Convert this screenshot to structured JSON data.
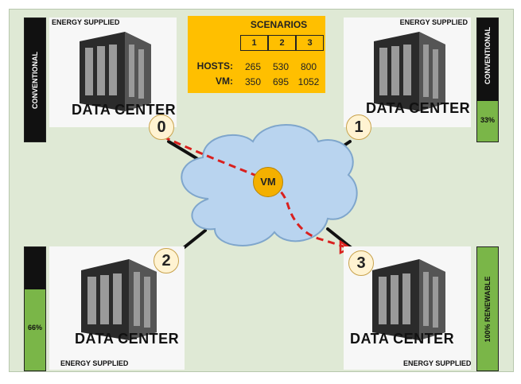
{
  "labels": {
    "data_center": "DATA CENTER",
    "energy_supplied": "ENERGY SUPPLIED"
  },
  "nodes": [
    "0",
    "1",
    "2",
    "3"
  ],
  "vm": "VM",
  "scenarios": {
    "title": "SCENARIOS",
    "headers": [
      "1",
      "2",
      "3"
    ],
    "rows": [
      {
        "label": "HOSTS:",
        "values": [
          "265",
          "530",
          "800"
        ]
      },
      {
        "label": "VM:",
        "values": [
          "350",
          "695",
          "1052"
        ]
      }
    ]
  },
  "energy_bars": [
    {
      "datacenter": "0",
      "label": "CONVENTIONAL",
      "renewable_fraction": 0.0,
      "pct_text": ""
    },
    {
      "datacenter": "1",
      "label": "CONVENTIONAL",
      "renewable_fraction": 0.33,
      "pct_text": "33%"
    },
    {
      "datacenter": "2",
      "label": "",
      "renewable_fraction": 0.66,
      "pct_text": "66%"
    },
    {
      "datacenter": "3",
      "label": "100% RENEWABLE",
      "renewable_fraction": 1.0,
      "pct_text": ""
    }
  ],
  "colors": {
    "background": "#dfe9d5",
    "conventional": "#111111",
    "renewable": "#7ab648",
    "cloud": "#b9d4ef",
    "scenario_box": "#ffbf00",
    "migration_arrow": "#d9201e",
    "vm_node": "#f4b000"
  }
}
